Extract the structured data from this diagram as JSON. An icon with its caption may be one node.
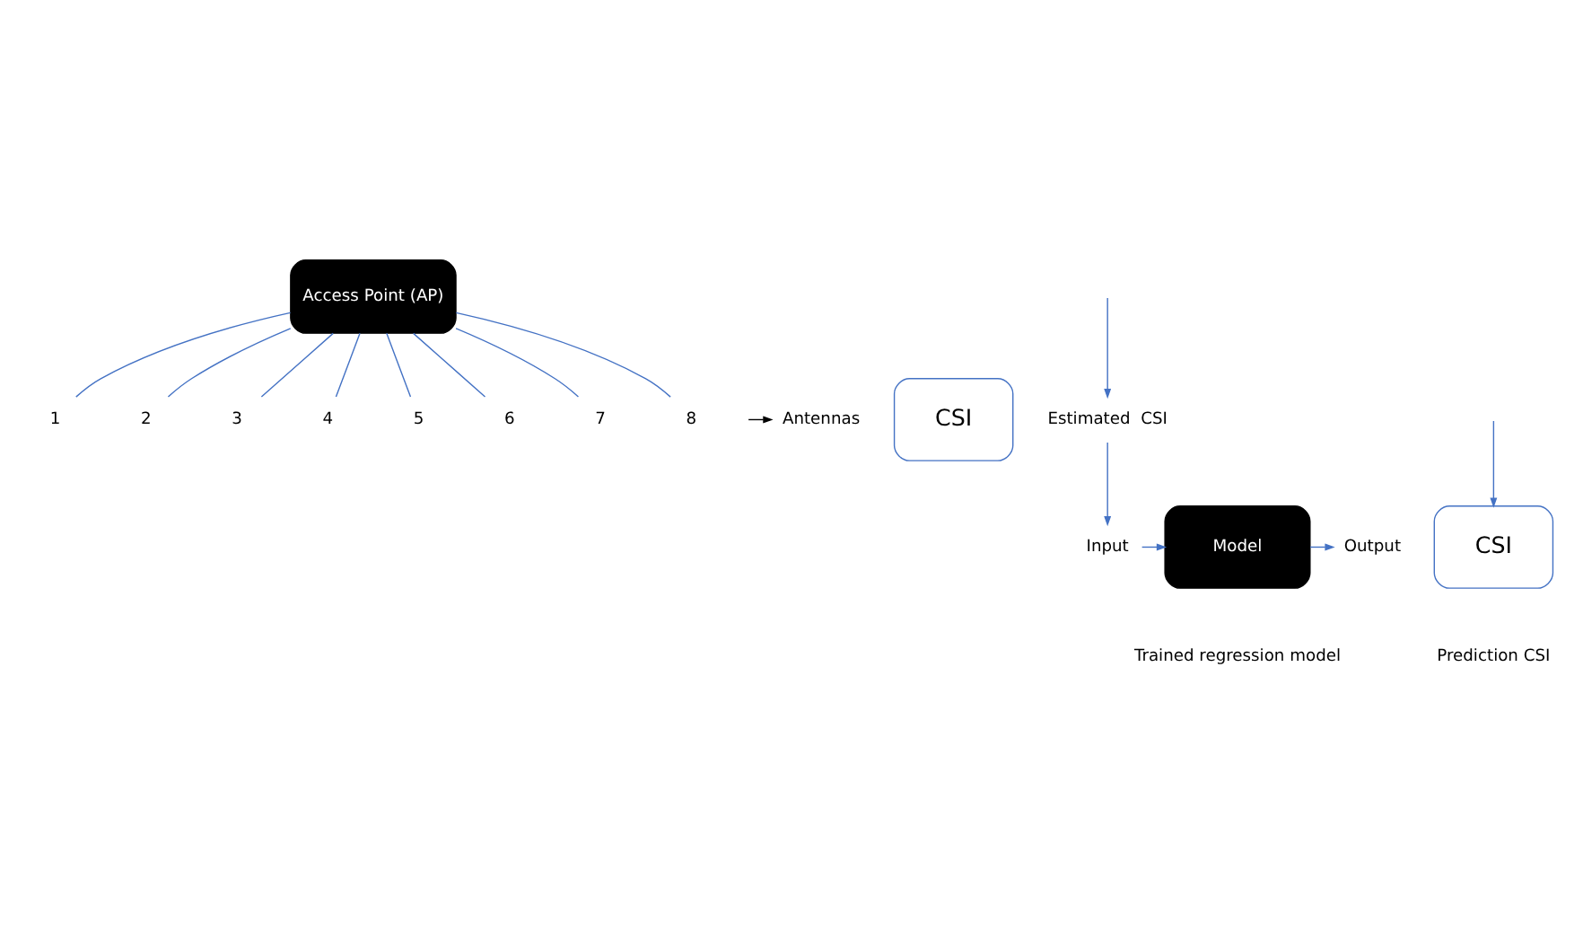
{
  "diagram": {
    "nodes": [
      {
        "text": [
          "Access Point (AP)"
        ]
      },
      {
        "text": [
          "1"
        ]
      },
      {
        "text": [
          "2"
        ]
      },
      {
        "text": [
          "3"
        ]
      },
      {
        "text": [
          "4"
        ]
      },
      {
        "text": [
          "5"
        ]
      },
      {
        "text": [
          "6"
        ]
      },
      {
        "text": [
          "7"
        ]
      },
      {
        "text": [
          "8"
        ]
      },
      {
        "text": [
          "Antennas"
        ]
      },
      {
        "text": [
          "CSI"
        ]
      },
      {
        "text": [
          "Estimated  CSI"
        ]
      },
      {
        "text": [
          "Input"
        ]
      },
      {
        "text": [
          "Model"
        ],
        "beside": [
          "Trained regression model"
        ]
      },
      {
        "text": [
          "Output"
        ]
      },
      {
        "text": [
          "CSI"
        ],
        "beside": [
          "Prediction CSI"
        ]
      }
    ],
    "edges": [
      {
        "from": 0,
        "to": 1,
        "arrow": "none"
      },
      {
        "from": 0,
        "to": 2,
        "arrow": "none"
      },
      {
        "from": 0,
        "to": 3,
        "arrow": "none"
      },
      {
        "from": 0,
        "to": 4,
        "arrow": "none"
      },
      {
        "from": 0,
        "to": 5,
        "arrow": "none"
      },
      {
        "from": 0,
        "to": 6,
        "arrow": "none"
      },
      {
        "from": 0,
        "to": 7,
        "arrow": "none"
      },
      {
        "from": 0,
        "to": 8,
        "arrow": "none"
      },
      {
        "from": null,
        "to": 9,
        "arrow": "to",
        "color": "#000000"
      },
      {
        "from": null,
        "to": 11,
        "arrow": "to"
      },
      {
        "from": 11,
        "to": 12,
        "arrow": "to"
      },
      {
        "from": 12,
        "to": 13,
        "arrow": "to"
      },
      {
        "from": 13,
        "to": 14,
        "arrow": "to"
      },
      {
        "from": null,
        "to": 15,
        "arrow": "to"
      }
    ]
  }
}
